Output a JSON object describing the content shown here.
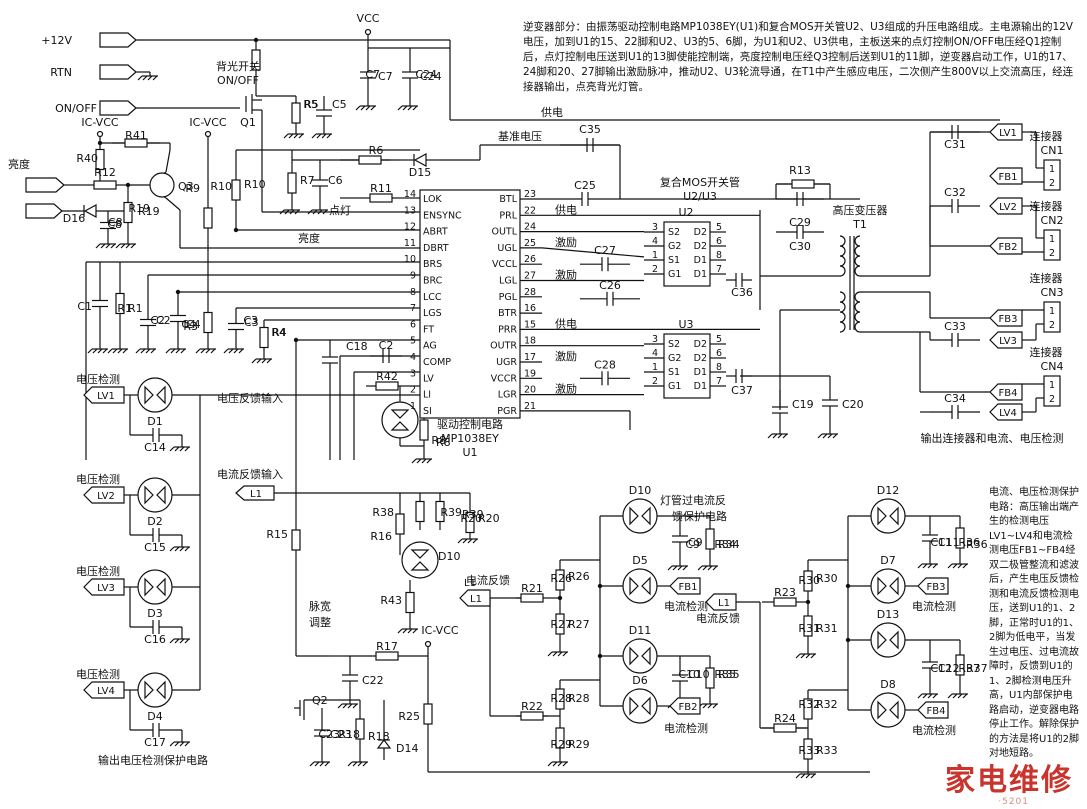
{
  "notes": {
    "top": "逆变器部分：由振荡驱动控制电路MP1038EY(U1)和复合MOS开关管U2、U3组成的升压电路组成。主电源输出的12V电压，加到U1的15、22脚和U2、U3的5、6脚，为U1和U2、U3供电，主板送来的点灯控制ON/OFF电压经Q1控制后，点灯控制电压送到U1的13脚使能控制端，亮度控制电压经Q3控制后送到U1的11脚，逆变器启动工作，U1的17、24脚和20、27脚输出激励脉冲，推动U2、U3轮流导通，在T1中产生感应电压，二次侧产生800V以上交流高压，经连接器输出，点亮背光灯管。",
    "right": "电流、电压检测保护电路：高压输出端产生的检测电压LV1~LV4和电流检测电压FB1~FB4经双二极管整流和滤波后，产生电压反馈检测和电流反馈检测电压，送到U1的1、2脚，正常时U1的1、2脚为低电平，当发生过电压、过电流故障时，反馈到U1的1、2脚检测电压升高，U1内部保护电路启动，逆变器电路停止工作。解除保护的方法是将U1的2脚对地短路。"
  },
  "watermark": {
    "main": "家电维修",
    "sub": "·5201"
  },
  "inputs": {
    "v12": "+12V",
    "rtn": "RTN",
    "onoff": "ON/OFF",
    "brightness": "亮度",
    "vcc": "VCC",
    "icvcc1": "IC-VCC",
    "icvcc2": "IC-VCC",
    "icvcc3": "IC-VCC"
  },
  "labels": {
    "backlight_switch": "背光开关",
    "backlight_onoff": "ON/OFF",
    "supply_top": "供电",
    "ref_voltage": "基准电压",
    "light_on": "点灯",
    "brightness2": "亮度",
    "supply1": "供电",
    "drive1": "激励",
    "drive2": "激励",
    "supply2": "供电",
    "drive3": "激励",
    "drive4": "激励",
    "mos_title": "复合MOS开关管",
    "mos_sub": "U2/U3",
    "u2": "U2",
    "u3": "U3",
    "hv_transformer": "高压变压器",
    "t1": "T1",
    "u1_title": "驱动控制电路",
    "u1_part": "MP1038EY",
    "u1_ref": "U1",
    "v_feedback_in": "电压反馈输入",
    "i_feedback_in": "电流反馈输入",
    "pwm_adjust1": "脉宽",
    "pwm_adjust2": "调整",
    "out_connectors": "输出连接器和电流、电压检测",
    "lamp_protect1": "灯管过电流反",
    "lamp_protect2": "馈保护电路",
    "out_v_protect": "输出电压检测保护电路",
    "i_feedback_a": "电流反馈",
    "i_feedback_b": "电流反馈",
    "current_detect": "电流检测",
    "voltage_detect": "电压检测",
    "connector": "连接器"
  },
  "u1_left_pins": [
    {
      "num": "14",
      "name": "LOK"
    },
    {
      "num": "13",
      "name": "ENSYNC"
    },
    {
      "num": "12",
      "name": "ABRT"
    },
    {
      "num": "11",
      "name": "DBRT"
    },
    {
      "num": "10",
      "name": "BRS"
    },
    {
      "num": "9",
      "name": "BRC"
    },
    {
      "num": "8",
      "name": "LCC"
    },
    {
      "num": "7",
      "name": "LGS"
    },
    {
      "num": "6",
      "name": "FT"
    },
    {
      "num": "5",
      "name": "AG"
    },
    {
      "num": "4",
      "name": "COMP"
    },
    {
      "num": "3",
      "name": "LV"
    },
    {
      "num": "2",
      "name": "LI"
    },
    {
      "num": "1",
      "name": "SI"
    }
  ],
  "u1_right_pins": [
    {
      "num": "23",
      "name": "BTL"
    },
    {
      "num": "22",
      "name": "PRL"
    },
    {
      "num": "24",
      "name": "OUTL"
    },
    {
      "num": "25",
      "name": "UGL"
    },
    {
      "num": "26",
      "name": "VCCL"
    },
    {
      "num": "27",
      "name": "LGL"
    },
    {
      "num": "28",
      "name": "PGL"
    },
    {
      "num": "16",
      "name": "BTR"
    },
    {
      "num": "15",
      "name": "PRR"
    },
    {
      "num": "18",
      "name": "OUTR"
    },
    {
      "num": "17",
      "name": "UGR"
    },
    {
      "num": "19",
      "name": "VCCR"
    },
    {
      "num": "20",
      "name": "LGR"
    },
    {
      "num": "21",
      "name": "PGR"
    }
  ],
  "mos_pins": {
    "left_nums": [
      "3",
      "4",
      "1",
      "2"
    ],
    "left_names": [
      "S2",
      "G2",
      "S1",
      "G1"
    ],
    "right_names": [
      "D2",
      "D2",
      "D1",
      "D1"
    ],
    "right_nums": [
      "5",
      "6",
      "8",
      "7"
    ]
  },
  "parts": {
    "q1": "Q1",
    "q2": "Q2",
    "q3": "Q3",
    "r1": "R1",
    "r3": "R3",
    "r4": "R4",
    "r5": "R5",
    "r6": "R6",
    "r7": "R7",
    "r8": "R8",
    "r9": "R9",
    "r10": "R10",
    "r11": "R11",
    "r12": "R12",
    "r13": "R13",
    "r15": "R15",
    "r16": "R16",
    "r17": "R17",
    "r18": "R18",
    "r19": "R19",
    "r20": "R20",
    "r21": "R21",
    "r22": "R22",
    "r23": "R23",
    "r24": "R24",
    "r25": "R25",
    "r26": "R26",
    "r27": "R27",
    "r28": "R28",
    "r29": "R29",
    "r30": "R30",
    "r31": "R31",
    "r32": "R32",
    "r33": "R33",
    "r34": "R34",
    "r35": "R35",
    "r36": "R36",
    "r37": "R37",
    "r38": "R38",
    "r39": "R39",
    "r40": "R40",
    "r41": "R41",
    "r42": "R42",
    "r43": "R43",
    "c1": "C1",
    "c2": "C2",
    "c3": "C3",
    "c4": "C4",
    "c5": "C5",
    "c6": "C6",
    "c7": "C7",
    "c8": "C8",
    "c9": "C9",
    "c10": "C10",
    "c11": "C11",
    "c12": "C12",
    "c14": "C14",
    "c15": "C15",
    "c16": "C16",
    "c17": "C17",
    "c18": "C18",
    "c19": "C19",
    "c20": "C20",
    "c22": "C22",
    "c23": "C23",
    "c24": "C24",
    "c25": "C25",
    "c26": "C26",
    "c27": "C27",
    "c28": "C28",
    "c29": "C29",
    "c30": "C30",
    "c31": "C31",
    "c32": "C32",
    "c33": "C33",
    "c34": "C34",
    "c35": "C35",
    "c36": "C36",
    "c37": "C37",
    "c2b": "C2",
    "d1": "D1",
    "d2": "D2",
    "d3": "D3",
    "d4": "D4",
    "d5": "D5",
    "d6": "D6",
    "d7": "D7",
    "d8": "D8",
    "d10": "D10",
    "d10b": "D10",
    "d11": "D11",
    "d12": "D12",
    "d13": "D13",
    "d14": "D14",
    "d15": "D15",
    "d16": "D16"
  },
  "signals": {
    "lv1": "LV1",
    "lv2": "LV2",
    "lv3": "LV3",
    "lv4": "LV4",
    "fb1": "FB1",
    "fb2": "FB2",
    "fb3": "FB3",
    "fb4": "FB4",
    "l1a": "L1",
    "l1b": "L1",
    "l1c": "L1",
    "lv1o": "LV1",
    "lv2o": "LV2",
    "lv3o": "LV3",
    "lv4o": "LV4",
    "fb1o": "FB1",
    "fb2o": "FB2",
    "fb3o": "FB3",
    "fb4o": "FB4"
  },
  "connectors": [
    {
      "name": "CN1",
      "pin1": "1",
      "pin2": "2"
    },
    {
      "name": "CN2",
      "pin1": "1",
      "pin2": "2"
    },
    {
      "name": "CN3",
      "pin1": "1",
      "pin2": "2"
    },
    {
      "name": "CN4",
      "pin1": "1",
      "pin2": "2"
    }
  ]
}
